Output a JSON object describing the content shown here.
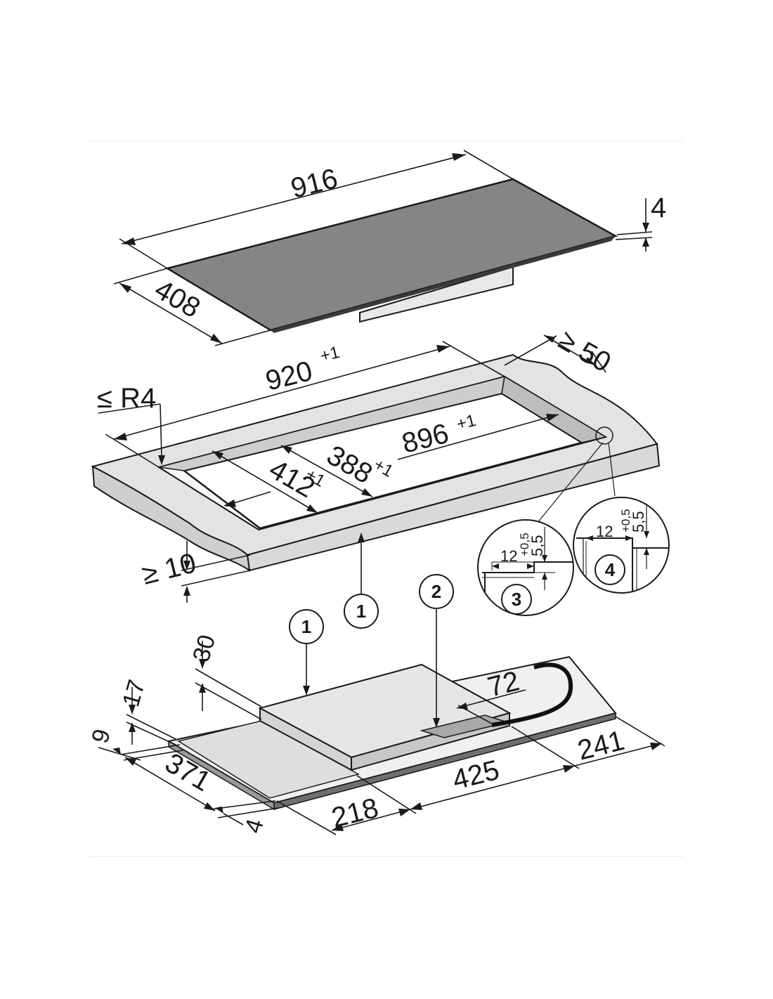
{
  "colors": {
    "glass": "#858585",
    "countertop": "#e3e3e3",
    "body": "#e6e6e6",
    "cable": "#111111",
    "line": "#1a1a1a"
  },
  "top_view": {
    "width": "916",
    "depth": "408",
    "thickness": "4"
  },
  "cutout": {
    "outer_width": "920",
    "outer_width_tol": "+1",
    "corner_radius": "≤ R4",
    "edge_distance": "≥ 50",
    "inner_width": "896",
    "inner_width_tol": "+1",
    "inner_depth": "388",
    "inner_depth_tol": "+1",
    "outer_depth": "412",
    "outer_depth_tol": "+1",
    "worktop_min": "≥ 10"
  },
  "detail_3": {
    "ledge": "12",
    "ledge_tol": "+0,5",
    "depth": "5,5",
    "badge": "3"
  },
  "detail_4": {
    "ledge": "12",
    "ledge_tol": "+0,5",
    "depth": "5,5",
    "badge": "4"
  },
  "callouts": {
    "one_a": "1",
    "one_b": "1",
    "two": "2"
  },
  "appliance": {
    "body_height": "30",
    "frame_17": "17",
    "frame_9": "9",
    "d_371": "371",
    "d_4": "4",
    "d_218": "218",
    "d_425": "425",
    "d_241": "241",
    "d_72": "72"
  }
}
